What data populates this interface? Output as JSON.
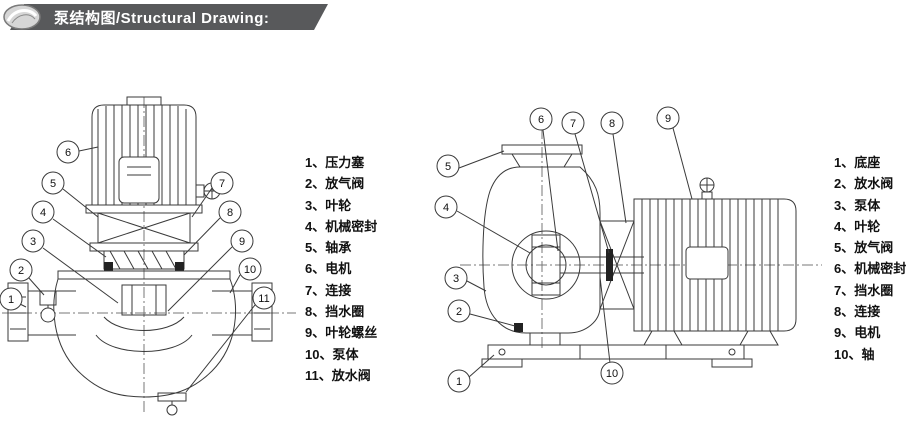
{
  "header": {
    "title": "泵结构图/Structural Drawing:"
  },
  "left_pump": {
    "callouts": [
      "1",
      "2",
      "3",
      "4",
      "5",
      "6",
      "7",
      "8",
      "9",
      "10",
      "11"
    ],
    "legend": [
      "1、压力塞",
      "2、放气阀",
      "3、叶轮",
      "4、机械密封",
      "5、轴承",
      "6、电机",
      "7、连接",
      "8、挡水圈",
      "9、叶轮螺丝",
      "10、泵体",
      "11、放水阀"
    ]
  },
  "right_pump": {
    "callouts": [
      "1",
      "2",
      "3",
      "4",
      "5",
      "6",
      "7",
      "8",
      "9",
      "10"
    ],
    "legend": [
      "1、底座",
      "2、放水阀",
      "3、泵体",
      "4、叶轮",
      "5、放气阀",
      "6、机械密封",
      "7、挡水圈",
      "8、连接",
      "9、电机",
      "10、轴"
    ]
  }
}
